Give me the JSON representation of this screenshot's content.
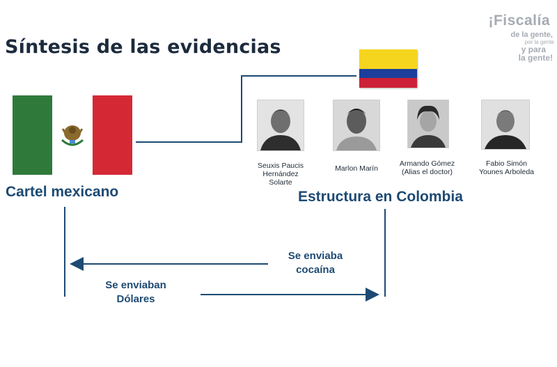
{
  "slide": {
    "title": "Síntesis de las evidencias"
  },
  "brand": {
    "main": "¡Fiscalía",
    "line1": "de la gente,",
    "line2": "por la gente",
    "line3": "y para",
    "line4": "la gente!"
  },
  "left_group": {
    "label": "Cartel mexicano",
    "flag": "mexico-flag"
  },
  "right_group": {
    "label": "Estructura en Colombia",
    "flag": "colombia-flag"
  },
  "people": [
    {
      "name_lines": [
        "Seuxis Paucis",
        "Hernández",
        "Solarte"
      ]
    },
    {
      "name_lines": [
        "Marlon Marín"
      ]
    },
    {
      "name_lines": [
        "Armando Gómez",
        "(Alias el doctor)"
      ]
    },
    {
      "name_lines": [
        "Fabio Simón",
        "Younes Arboleda"
      ]
    }
  ],
  "flows": {
    "cocaine": {
      "line1": "Se enviaba",
      "line2": "cocaína",
      "direction": "to-mexico"
    },
    "dollars": {
      "line1": "Se enviaban",
      "line2": "Dólares",
      "direction": "to-colombia"
    }
  },
  "colors": {
    "accent": "#1d4a73",
    "connector": "#1d4a73"
  }
}
